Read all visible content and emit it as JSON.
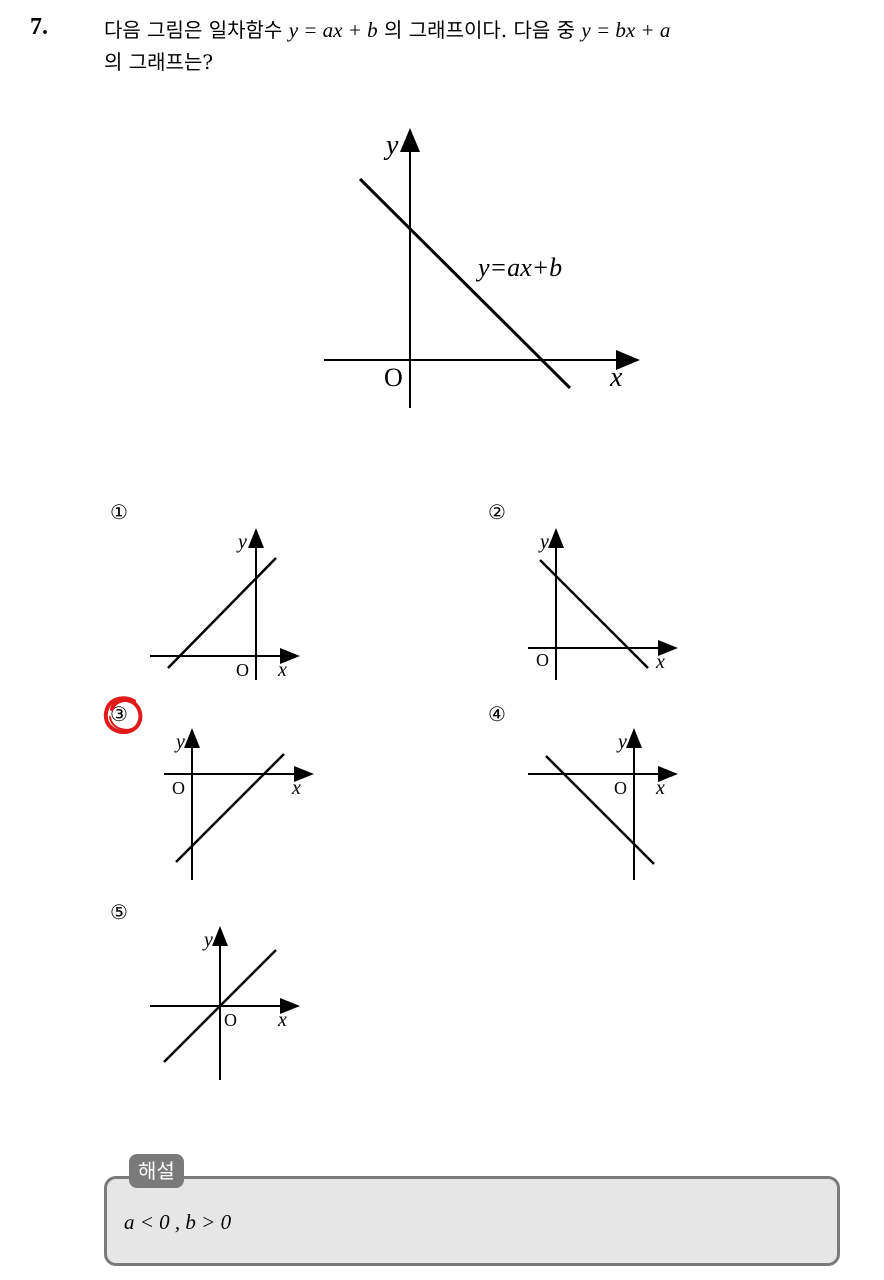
{
  "question": {
    "number": "7.",
    "stem_part1": "다음 그림은 일차함수 ",
    "eq_given": "y = ax + b",
    "stem_part2": " 의 그래프이다. 다음 중 ",
    "eq_target": "y = bx + a",
    "stem_part3": "의 그래프는?"
  },
  "main_graph": {
    "y_label": "y",
    "x_label": "x",
    "origin_label": "O",
    "line_label": "y=ax+b"
  },
  "choices": [
    {
      "label": "①",
      "y_label": "y",
      "x_label": "x",
      "origin_label": "O"
    },
    {
      "label": "②",
      "y_label": "y",
      "x_label": "x",
      "origin_label": "O"
    },
    {
      "label": "③",
      "y_label": "y",
      "x_label": "x",
      "origin_label": "O"
    },
    {
      "label": "④",
      "y_label": "y",
      "x_label": "x",
      "origin_label": "O"
    },
    {
      "label": "⑤",
      "y_label": "y",
      "x_label": "x",
      "origin_label": "O"
    }
  ],
  "selected_choice": "③",
  "marker_color": "#e11b1b",
  "explanation": {
    "tag": "해설",
    "text": "a < 0 , b > 0"
  }
}
